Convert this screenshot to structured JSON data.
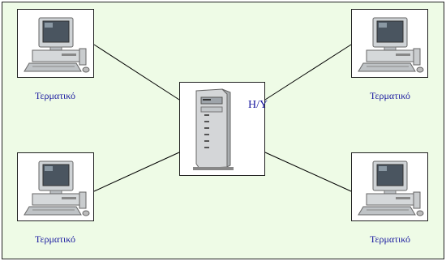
{
  "diagram": {
    "server": {
      "label": "H/Y",
      "icon": "server-tower-icon"
    },
    "terminals": [
      {
        "label": "Τερματικό",
        "icon": "desktop-computer-icon"
      },
      {
        "label": "Τερματικό",
        "icon": "desktop-computer-icon"
      },
      {
        "label": "Τερματικό",
        "icon": "desktop-computer-icon"
      },
      {
        "label": "Τερματικό",
        "icon": "desktop-computer-icon"
      }
    ],
    "colors": {
      "background": "#eefbe6",
      "label": "#1a1aa0",
      "line": "#000000"
    }
  }
}
